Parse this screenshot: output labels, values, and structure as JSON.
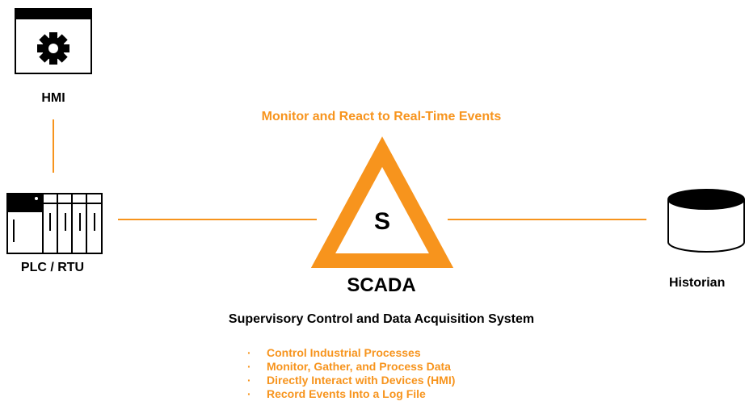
{
  "colors": {
    "accent": "#F7941D",
    "ink": "#000000",
    "background": "#FFFFFF"
  },
  "nodes": {
    "hmi": {
      "label": "HMI",
      "icon": "gear-window-icon"
    },
    "plc": {
      "label": "PLC / RTU",
      "icon": "plc-rack-icon"
    },
    "scada": {
      "letter": "S",
      "title": "SCADA",
      "icon": "triangle-s-icon"
    },
    "historian": {
      "label": "Historian",
      "icon": "database-cylinder-icon"
    }
  },
  "tagline": "Monitor and React to Real-Time Events",
  "subtitle": "Supervisory Control and Data Acquisition System",
  "features": [
    "Control Industrial Processes",
    "Monitor, Gather, and Process Data",
    "Directly Interact with Devices (HMI)",
    "Record Events Into a Log File"
  ]
}
